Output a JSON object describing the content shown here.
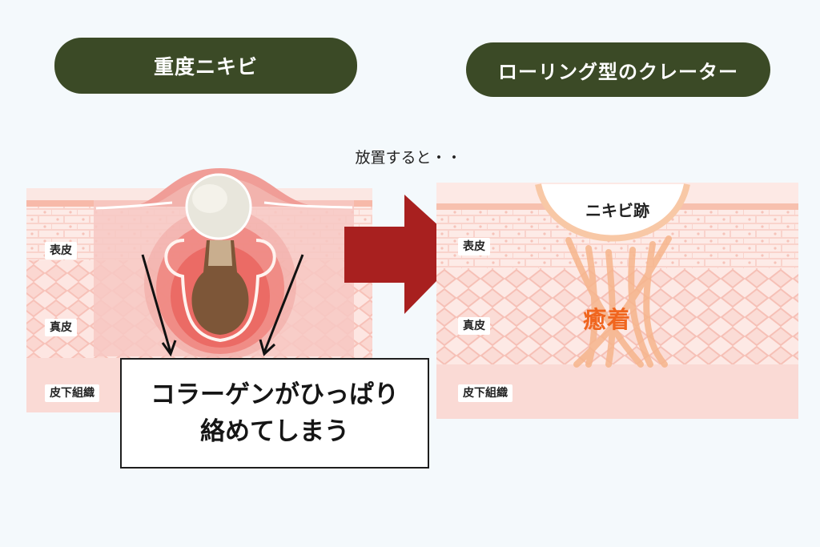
{
  "headers": {
    "left": "重度ニキビ",
    "right": "ローリング型のクレーター"
  },
  "middle_caption": "放置すると・・",
  "left_panel": {
    "layers": [
      "表皮",
      "真皮",
      "皮下組織"
    ],
    "callout_line1": "コラーゲンがひっぱり",
    "callout_line2": "絡めてしまう"
  },
  "right_panel": {
    "layers": [
      "表皮",
      "真皮",
      "皮下組織"
    ],
    "scar_label": "ニキビ跡",
    "adhesion_label": "癒着"
  },
  "colors": {
    "header_bg": "#3b4a26",
    "arrow": "#a8201f",
    "skin_light": "#fbe3df",
    "skin_pink": "#f6c9c4",
    "dermis_grid": "#f4b9ae",
    "subcutis": "#fadad5",
    "inflammation": "#ec5a56",
    "adhesion_text": "#f0651e",
    "fiber": "#f6b58c"
  }
}
